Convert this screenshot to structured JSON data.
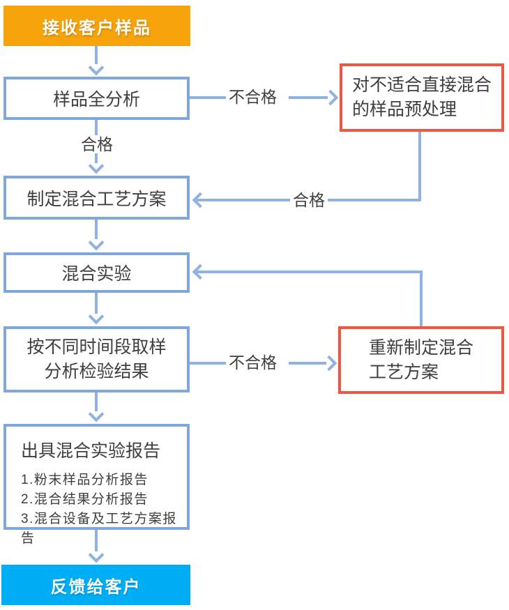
{
  "colors": {
    "box_border_blue": "#7fa7db",
    "arrow_blue": "#90b2e0",
    "alert_red_border": "#f4553e",
    "start_orange": "#f7a30b",
    "end_cyan": "#00aef6",
    "text_dark": "#3e3e3e"
  },
  "nodes": {
    "receive": {
      "label": "接收客户样品"
    },
    "analyze": {
      "label": "样品全分析"
    },
    "pretreat": {
      "line1": "对不适合直接混合",
      "line2": "的样品预处理"
    },
    "plan": {
      "label": "制定混合工艺方案"
    },
    "experiment": {
      "label": "混合实验"
    },
    "sampling": {
      "line1": "按不同时间段取样",
      "line2": "分析检验结果"
    },
    "replan": {
      "line1": "重新制定混合",
      "line2": "工艺方案"
    },
    "report": {
      "title": "出具混合实验报告",
      "items": [
        "1.粉末样品分析报告",
        "2.混合结果分析报告",
        "3.混合设备及工艺方案报告"
      ]
    },
    "feedback": {
      "label": "反馈给客户"
    }
  },
  "edges": {
    "fail_top": "不合格",
    "pass_down": "合格",
    "pass_return": "合格",
    "fail_bottom": "不合格"
  }
}
